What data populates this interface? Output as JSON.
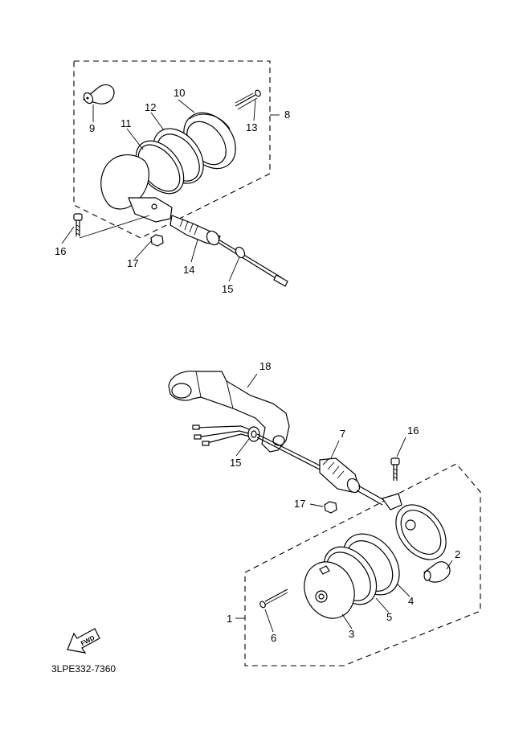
{
  "drawing_code": "3LPE332-7360",
  "arrow_text": "FWD",
  "callouts": {
    "c1": "1",
    "c2": "2",
    "c3": "3",
    "c4": "4",
    "c5": "5",
    "c6": "6",
    "c7": "7",
    "c8": "8",
    "c9": "9",
    "c10": "10",
    "c11": "11",
    "c12": "12",
    "c13": "13",
    "c14": "14",
    "c15a": "15",
    "c15b": "15",
    "c16a": "16",
    "c16b": "16",
    "c17a": "17",
    "c17b": "17",
    "c18": "18"
  }
}
